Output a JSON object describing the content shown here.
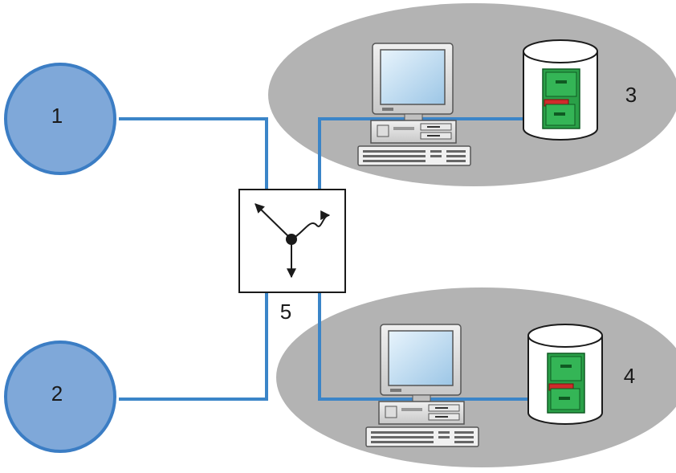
{
  "labels": {
    "client_1": "1",
    "client_2": "2",
    "site_3": "3",
    "site_4": "4",
    "switch_5": "5"
  },
  "colors": {
    "background": "#ffffff",
    "link": "#3b85c8",
    "client_fill": "#7fa8d9",
    "client_stroke": "#3b7dc4",
    "site_fill": "#b3b3b3",
    "switch_fill": "#ffffff",
    "switch_stroke": "#1a1a1a",
    "cabinet_green": "#2aa048",
    "folder_red": "#d02b2b",
    "monitor_screen": "#cfe6f7"
  },
  "icons": {
    "client_node": "circle-node-icon",
    "switch": "routing-switch-icon",
    "workstation": "desktop-computer-icon",
    "database": "database-filing-cabinet-icon"
  }
}
